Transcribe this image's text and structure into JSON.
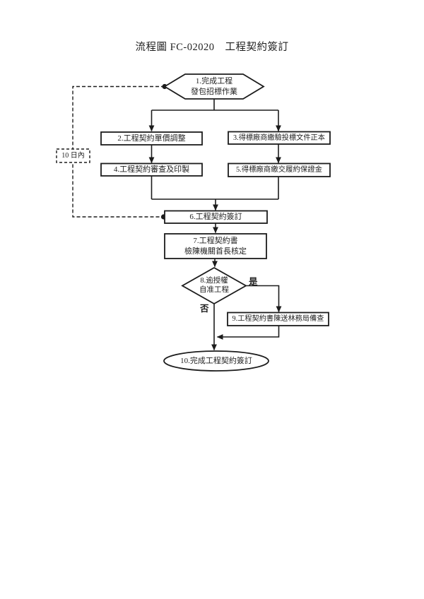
{
  "doc": {
    "title": "流程圖 FC-02020　工程契約簽訂"
  },
  "flowchart": {
    "nodes": {
      "n1": {
        "shape": "hexagon",
        "lines": [
          "1.完成工程",
          "發包招標作業"
        ]
      },
      "n2": {
        "shape": "process",
        "lines": [
          "2.工程契約單價調整"
        ]
      },
      "n3": {
        "shape": "process",
        "lines": [
          "3.得標廠商繳驗投標文件正本"
        ]
      },
      "n4": {
        "shape": "process",
        "lines": [
          "4.工程契約審查及印製"
        ]
      },
      "n5": {
        "shape": "process",
        "lines": [
          "5.得標廠商繳交履約保證金"
        ]
      },
      "n6": {
        "shape": "process",
        "lines": [
          "6.工程契約簽訂"
        ]
      },
      "n7": {
        "shape": "process",
        "lines": [
          "7.工程契約書",
          "檢陳機關首長核定"
        ]
      },
      "n8": {
        "shape": "decision",
        "lines": [
          "8.逾授權",
          "自准工程"
        ]
      },
      "n9": {
        "shape": "process",
        "lines": [
          "9.工程契約書陳送林務局備查"
        ]
      },
      "n10": {
        "shape": "terminator",
        "lines": [
          "10.完成工程契約簽訂"
        ]
      }
    },
    "labels": {
      "yes": "是",
      "no": "否",
      "duration": "10 日內"
    },
    "colors": {
      "line": "#1c1c1c",
      "text": "#1f1f1f",
      "background": "#ffffff"
    }
  }
}
